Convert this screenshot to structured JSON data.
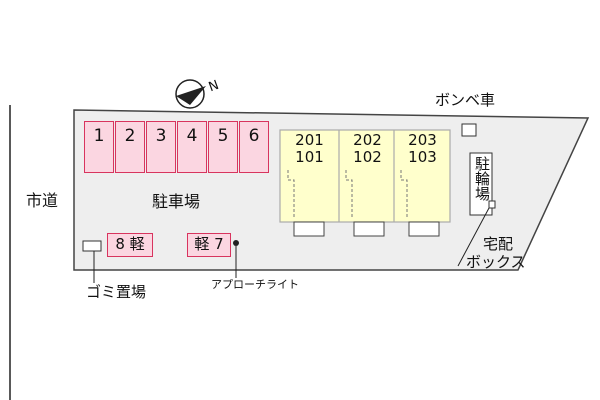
{
  "labels": {
    "city_road": "市道",
    "parking": "駐車場",
    "bombe": "ボンベ車",
    "bicycle": "駐輪場",
    "delivery_line1": "宅配",
    "delivery_line2": "ボックス",
    "garbage": "ゴミ置場",
    "approach_light": "アプローチライト",
    "north": "N"
  },
  "parking_spaces": [
    "1",
    "2",
    "3",
    "4",
    "5",
    "6"
  ],
  "small_spaces": {
    "left": "8 軽",
    "right": "軽 7"
  },
  "units": [
    {
      "upper": "201",
      "lower": "101"
    },
    {
      "upper": "202",
      "lower": "102"
    },
    {
      "upper": "203",
      "lower": "103"
    }
  ],
  "colors": {
    "lot": "#eeeeee",
    "building": "#ffffcc",
    "parking_fill": "#fbd6e1",
    "parking_border": "#d8345e"
  }
}
